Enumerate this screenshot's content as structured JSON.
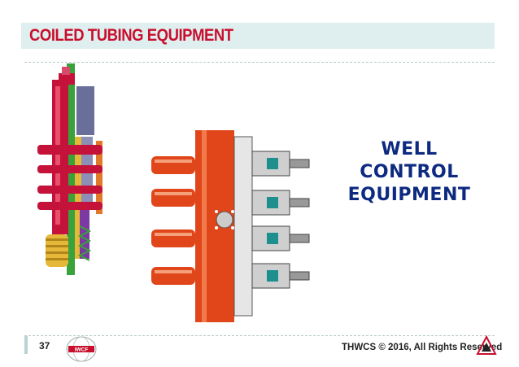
{
  "slide": {
    "title": "COILED TUBING EQUIPMENT",
    "heading_lines": [
      "WELL",
      "CONTROL",
      "EQUIPMENT"
    ],
    "page_number": "37",
    "copyright": "THWCS © 2016, All Rights Reserved",
    "logo_text": "IWCF"
  },
  "colors": {
    "title_red": "#c8102e",
    "title_bar_bg": "#dfeeee",
    "heading_blue": "#0d2a80",
    "bop_orange": "#e0461a",
    "injector_red": "#c4123a"
  }
}
